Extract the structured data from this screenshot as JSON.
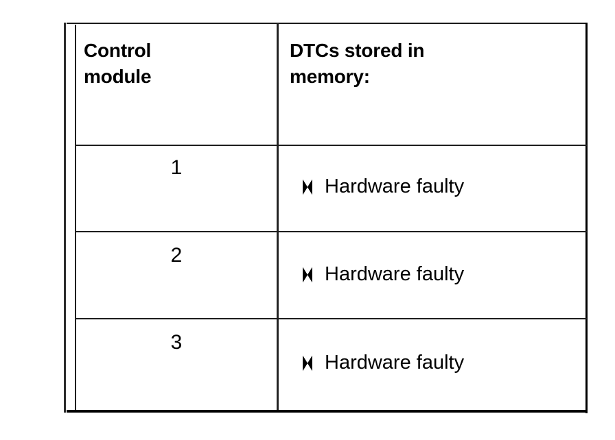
{
  "document": {
    "kind": "scanned-table",
    "background_color": "#ffffff",
    "ink_color": "#000000"
  },
  "table": {
    "name": "control-module-dtc-table",
    "columns": [
      {
        "key": "control_module",
        "header": "Control\nmodule"
      },
      {
        "key": "dtcs_stored",
        "header": "DTCs stored in\nmemory:"
      }
    ],
    "rows": [
      {
        "control_module": "1",
        "bullet": "diamond-bullet-icon",
        "dtc": "Hardware faulty"
      },
      {
        "control_module": "2",
        "bullet": "diamond-bullet-icon",
        "dtc": "Hardware faulty"
      },
      {
        "control_module": "3",
        "bullet": "diamond-bullet-icon",
        "dtc": "Hardware faulty"
      }
    ]
  }
}
